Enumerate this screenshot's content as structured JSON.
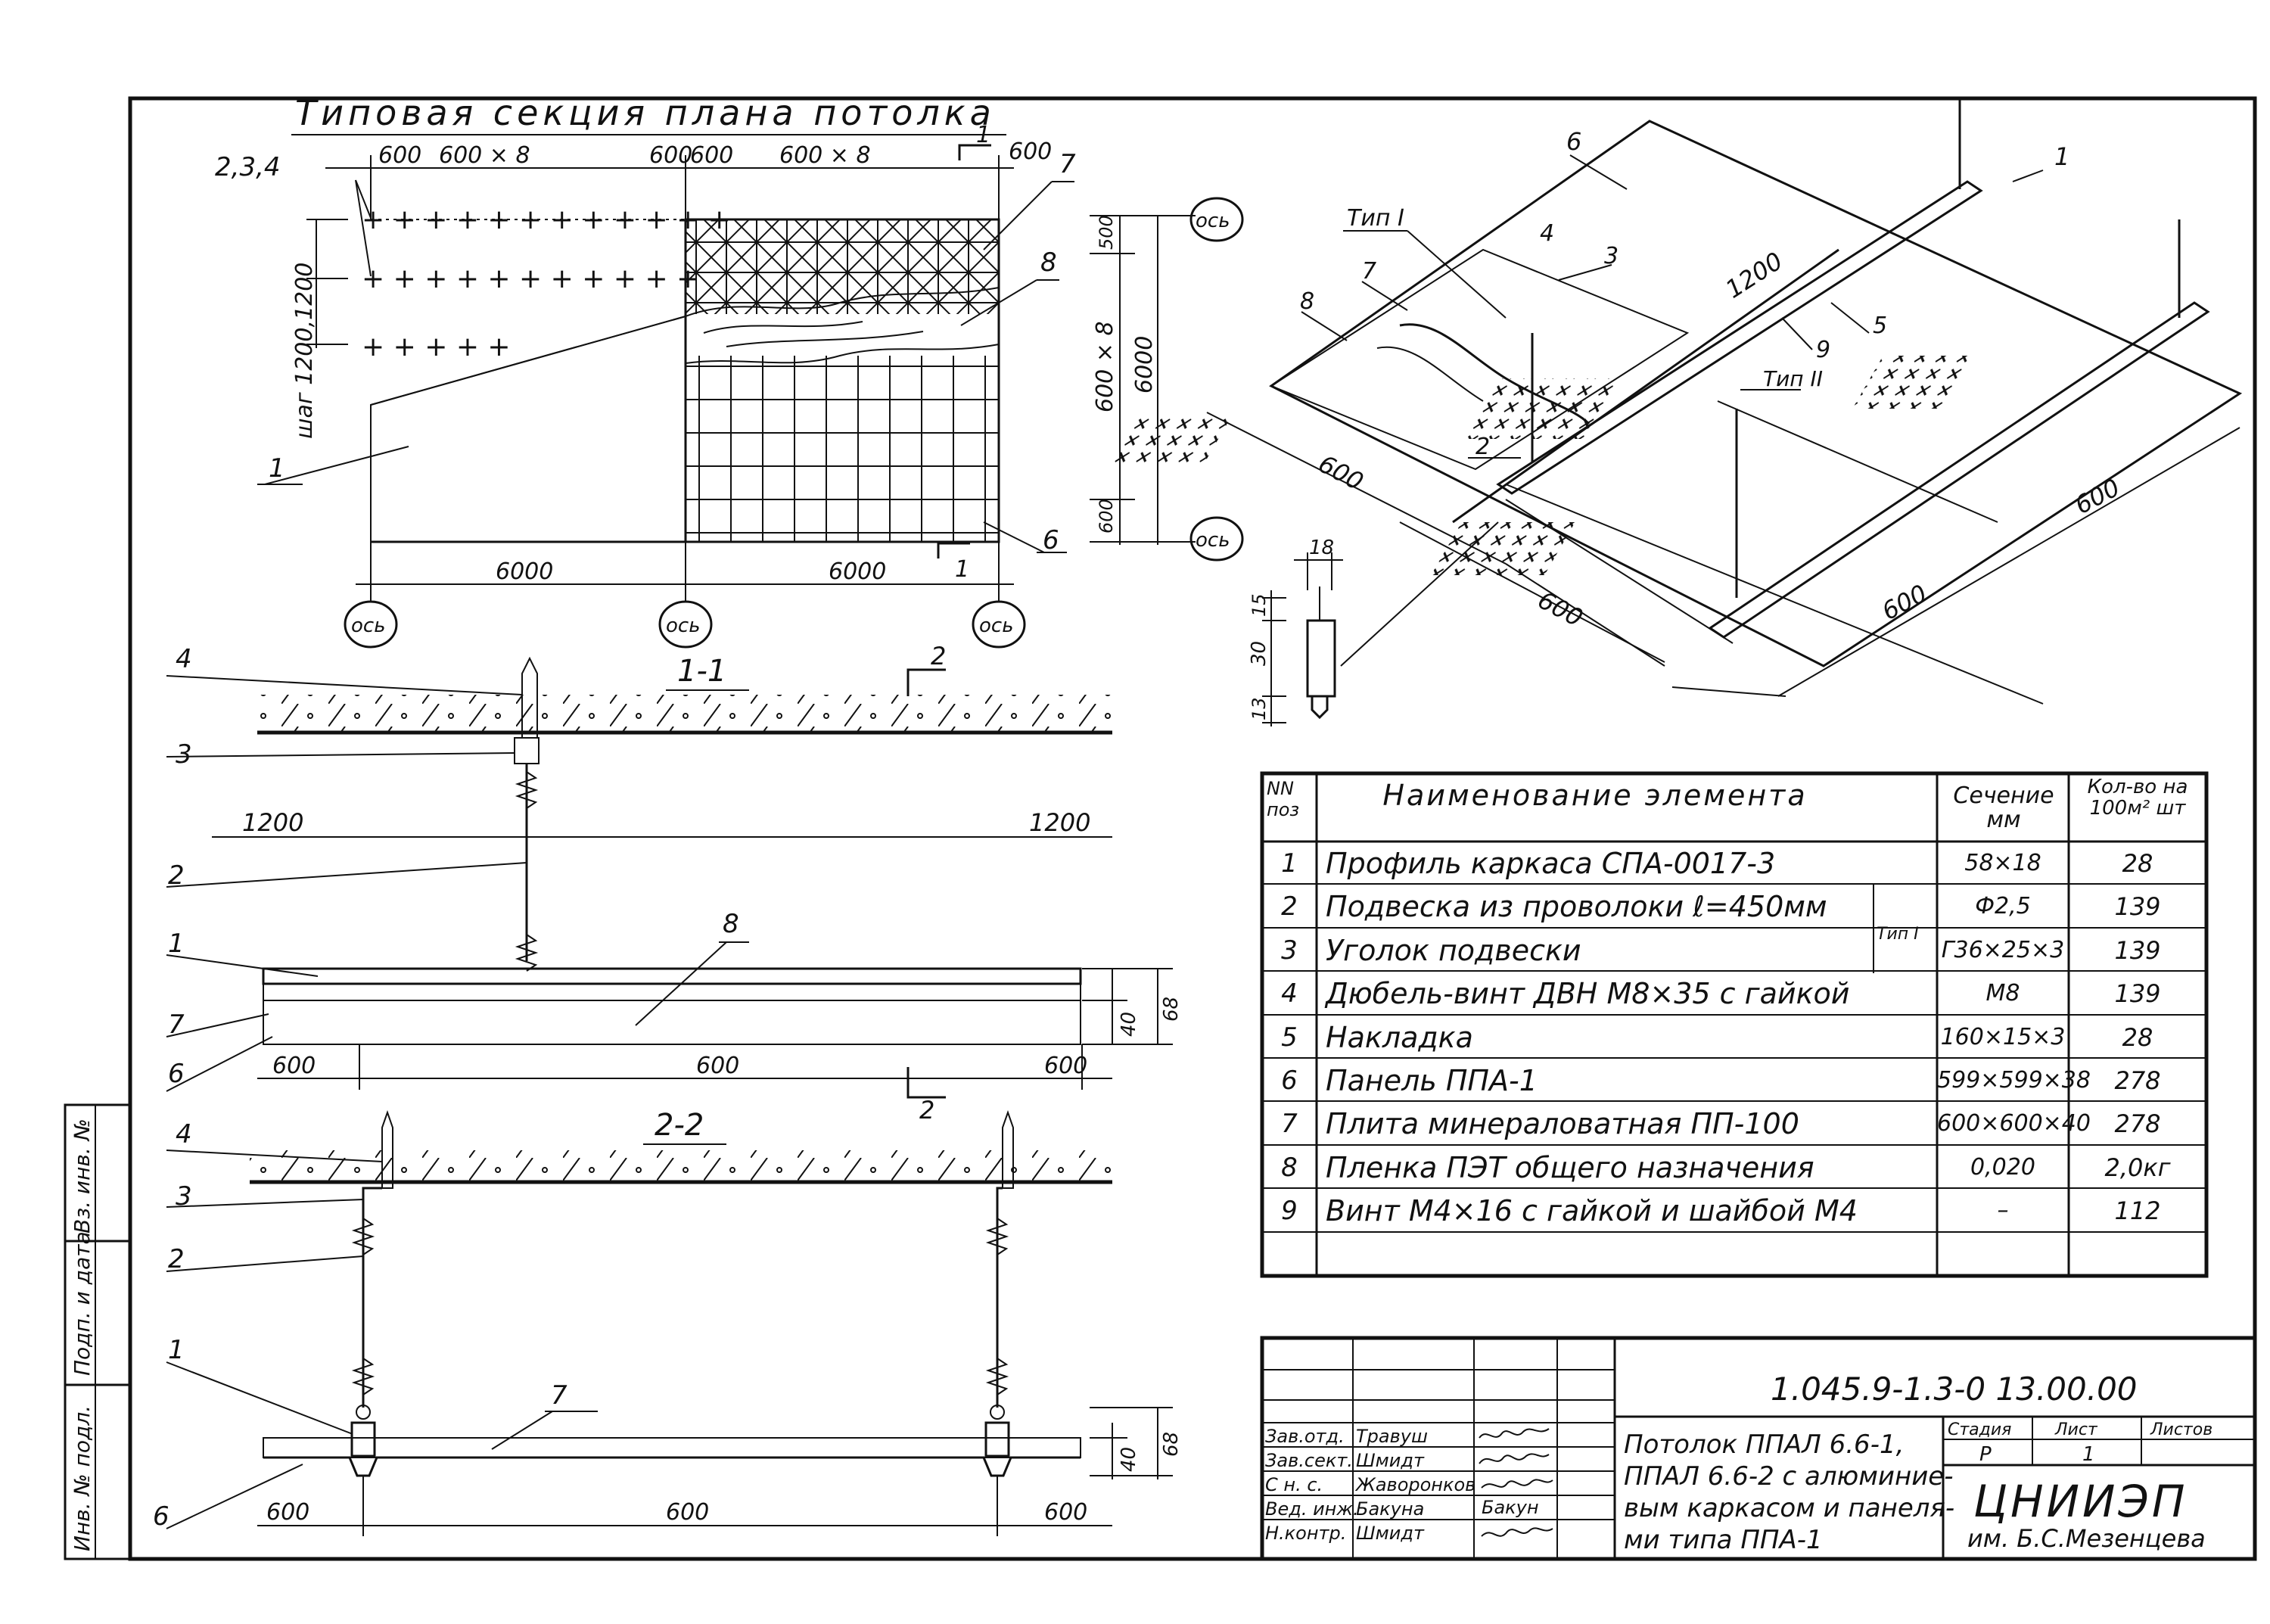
{
  "plan": {
    "title": "Типовая секция плана потолка",
    "top_dims": [
      "600",
      "600 × 8",
      "600",
      "600",
      "600 × 8",
      "600"
    ],
    "left_label": "2,3,4",
    "left_vertical": "шаг 1200,1200",
    "right_dims": [
      "500",
      "600 × 8",
      "6000",
      "600"
    ],
    "bottom_dims": [
      "6000",
      "6000"
    ],
    "axis_label": "ось",
    "callouts": [
      "1",
      "6",
      "7",
      "8"
    ],
    "cut_label": "1"
  },
  "section_1_1": {
    "title": "1-1",
    "cut2": "2",
    "left_span": "1200",
    "right_span": "1200",
    "callouts": [
      "4",
      "3",
      "2",
      "1",
      "7",
      "6",
      "8"
    ],
    "bottom_dims": [
      "600",
      "600",
      "600"
    ],
    "h_dims": [
      "40",
      "68"
    ]
  },
  "section_2_2": {
    "title": "2-2",
    "callouts": [
      "4",
      "3",
      "2",
      "1",
      "7",
      "6"
    ],
    "bottom_dims": [
      "600",
      "600",
      "600"
    ],
    "h_dims": [
      "40",
      "68"
    ]
  },
  "profile_detail": {
    "dims": [
      "18",
      "15",
      "30",
      "13"
    ]
  },
  "iso_view": {
    "labels": [
      "6",
      "1",
      "Тип I",
      "4",
      "3",
      "7",
      "8",
      "1200",
      "5",
      "9",
      "Тип II",
      "2"
    ],
    "dims": [
      "600",
      "600",
      "600",
      "600"
    ]
  },
  "spec_table": {
    "headers": {
      "num": "NN поз",
      "name": "Наименование элемента",
      "section": "Сечение мм",
      "qty": "Кол-во на 100м² шт"
    },
    "group_label": "Тип I",
    "rows": [
      {
        "num": "1",
        "name": "Профиль каркаса СПА-0017-3",
        "section": "58×18",
        "qty": "28"
      },
      {
        "num": "2",
        "name": "Подвеска из проволоки ℓ=450мм",
        "section": "Ф2,5",
        "qty": "139"
      },
      {
        "num": "3",
        "name": "Уголок подвески",
        "section": "Г36×25×3",
        "qty": "139"
      },
      {
        "num": "4",
        "name": "Дюбель-винт ДВН  М8×35 с гайкой",
        "section": "М8",
        "qty": "139"
      },
      {
        "num": "5",
        "name": "Накладка",
        "section": "160×15×3",
        "qty": "28"
      },
      {
        "num": "6",
        "name": "Панель ППА-1",
        "section": "599×599×38",
        "qty": "278"
      },
      {
        "num": "7",
        "name": "Плита минераловатная ПП-100",
        "section": "600×600×40",
        "qty": "278"
      },
      {
        "num": "8",
        "name": "Пленка ПЭТ  общего  назначения",
        "section": "0,020",
        "qty": "2,0кг"
      },
      {
        "num": "9",
        "name": "Винт М4×16 с гайкой и шайбой М4",
        "section": "–",
        "qty": "112"
      },
      {
        "num": "",
        "name": "",
        "section": "",
        "qty": ""
      }
    ]
  },
  "title_block": {
    "doc_code": "1.045.9-1.3-0 13.00.00",
    "roles": [
      "Зав.отд.",
      "Зав.сект.",
      "С н. с.",
      "Вед. инж.",
      "Н.контр."
    ],
    "names": [
      "Травуш",
      "Шмидт",
      "Жаворонков",
      "Бакуна",
      "Шмидт"
    ],
    "sign_text": [
      "",
      "",
      "",
      "Бакун",
      ""
    ],
    "title_lines": [
      "Потолок ППАЛ 6.6-1,",
      "ППАЛ 6.6-2 с алюминие-",
      "вым каркасом и панеля-",
      "ми типа  ППА-1"
    ],
    "stage_h": "Стадия",
    "sheet_h": "Лист",
    "sheets_h": "Листов",
    "stage": "Р",
    "sheet": "1",
    "sheets": "",
    "org": "ЦНИИЭП",
    "org_sub": "им. Б.С.Мезенцева"
  },
  "margin_stamp": [
    "Инв. № подл.",
    "Подп. и дата",
    "Вз. инв. №"
  ]
}
